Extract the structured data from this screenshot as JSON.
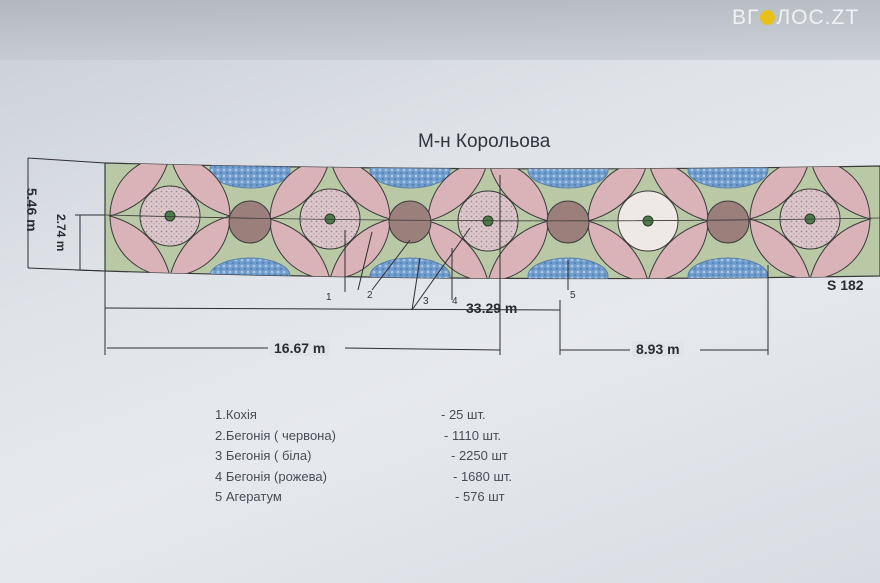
{
  "watermark": {
    "text_left": "ВГ",
    "text_right": "ЛОС.ZT"
  },
  "title": "М-н Корольова",
  "dimensions": {
    "total_width": "5.46 m",
    "inner_width": "2.74 m",
    "total_length": "33.29 m",
    "half_length": "16.67 m",
    "segment_length": "8.93 m",
    "area": "S 182"
  },
  "callouts": [
    "1",
    "2",
    "3",
    "4",
    "5"
  ],
  "legend": [
    {
      "name": "1.Кохія",
      "qty": "- 25 шт."
    },
    {
      "name": "2.Бегонія ( червона)",
      "qty": "- 1110 шт."
    },
    {
      "name": "3 Бегонія ( біла)",
      "qty": "- 2250 шт"
    },
    {
      "name": "4 Бегонія (рожева)",
      "qty": "- 1680 шт."
    },
    {
      "name": "5 Агератум",
      "qty": "- 576 шт"
    }
  ],
  "colors": {
    "grass": "#b9c9a6",
    "petal": "#d9b3b8",
    "dark": "#9a7f7a",
    "blue": "#6f9ccc",
    "inner": "#dcc8cc"
  }
}
